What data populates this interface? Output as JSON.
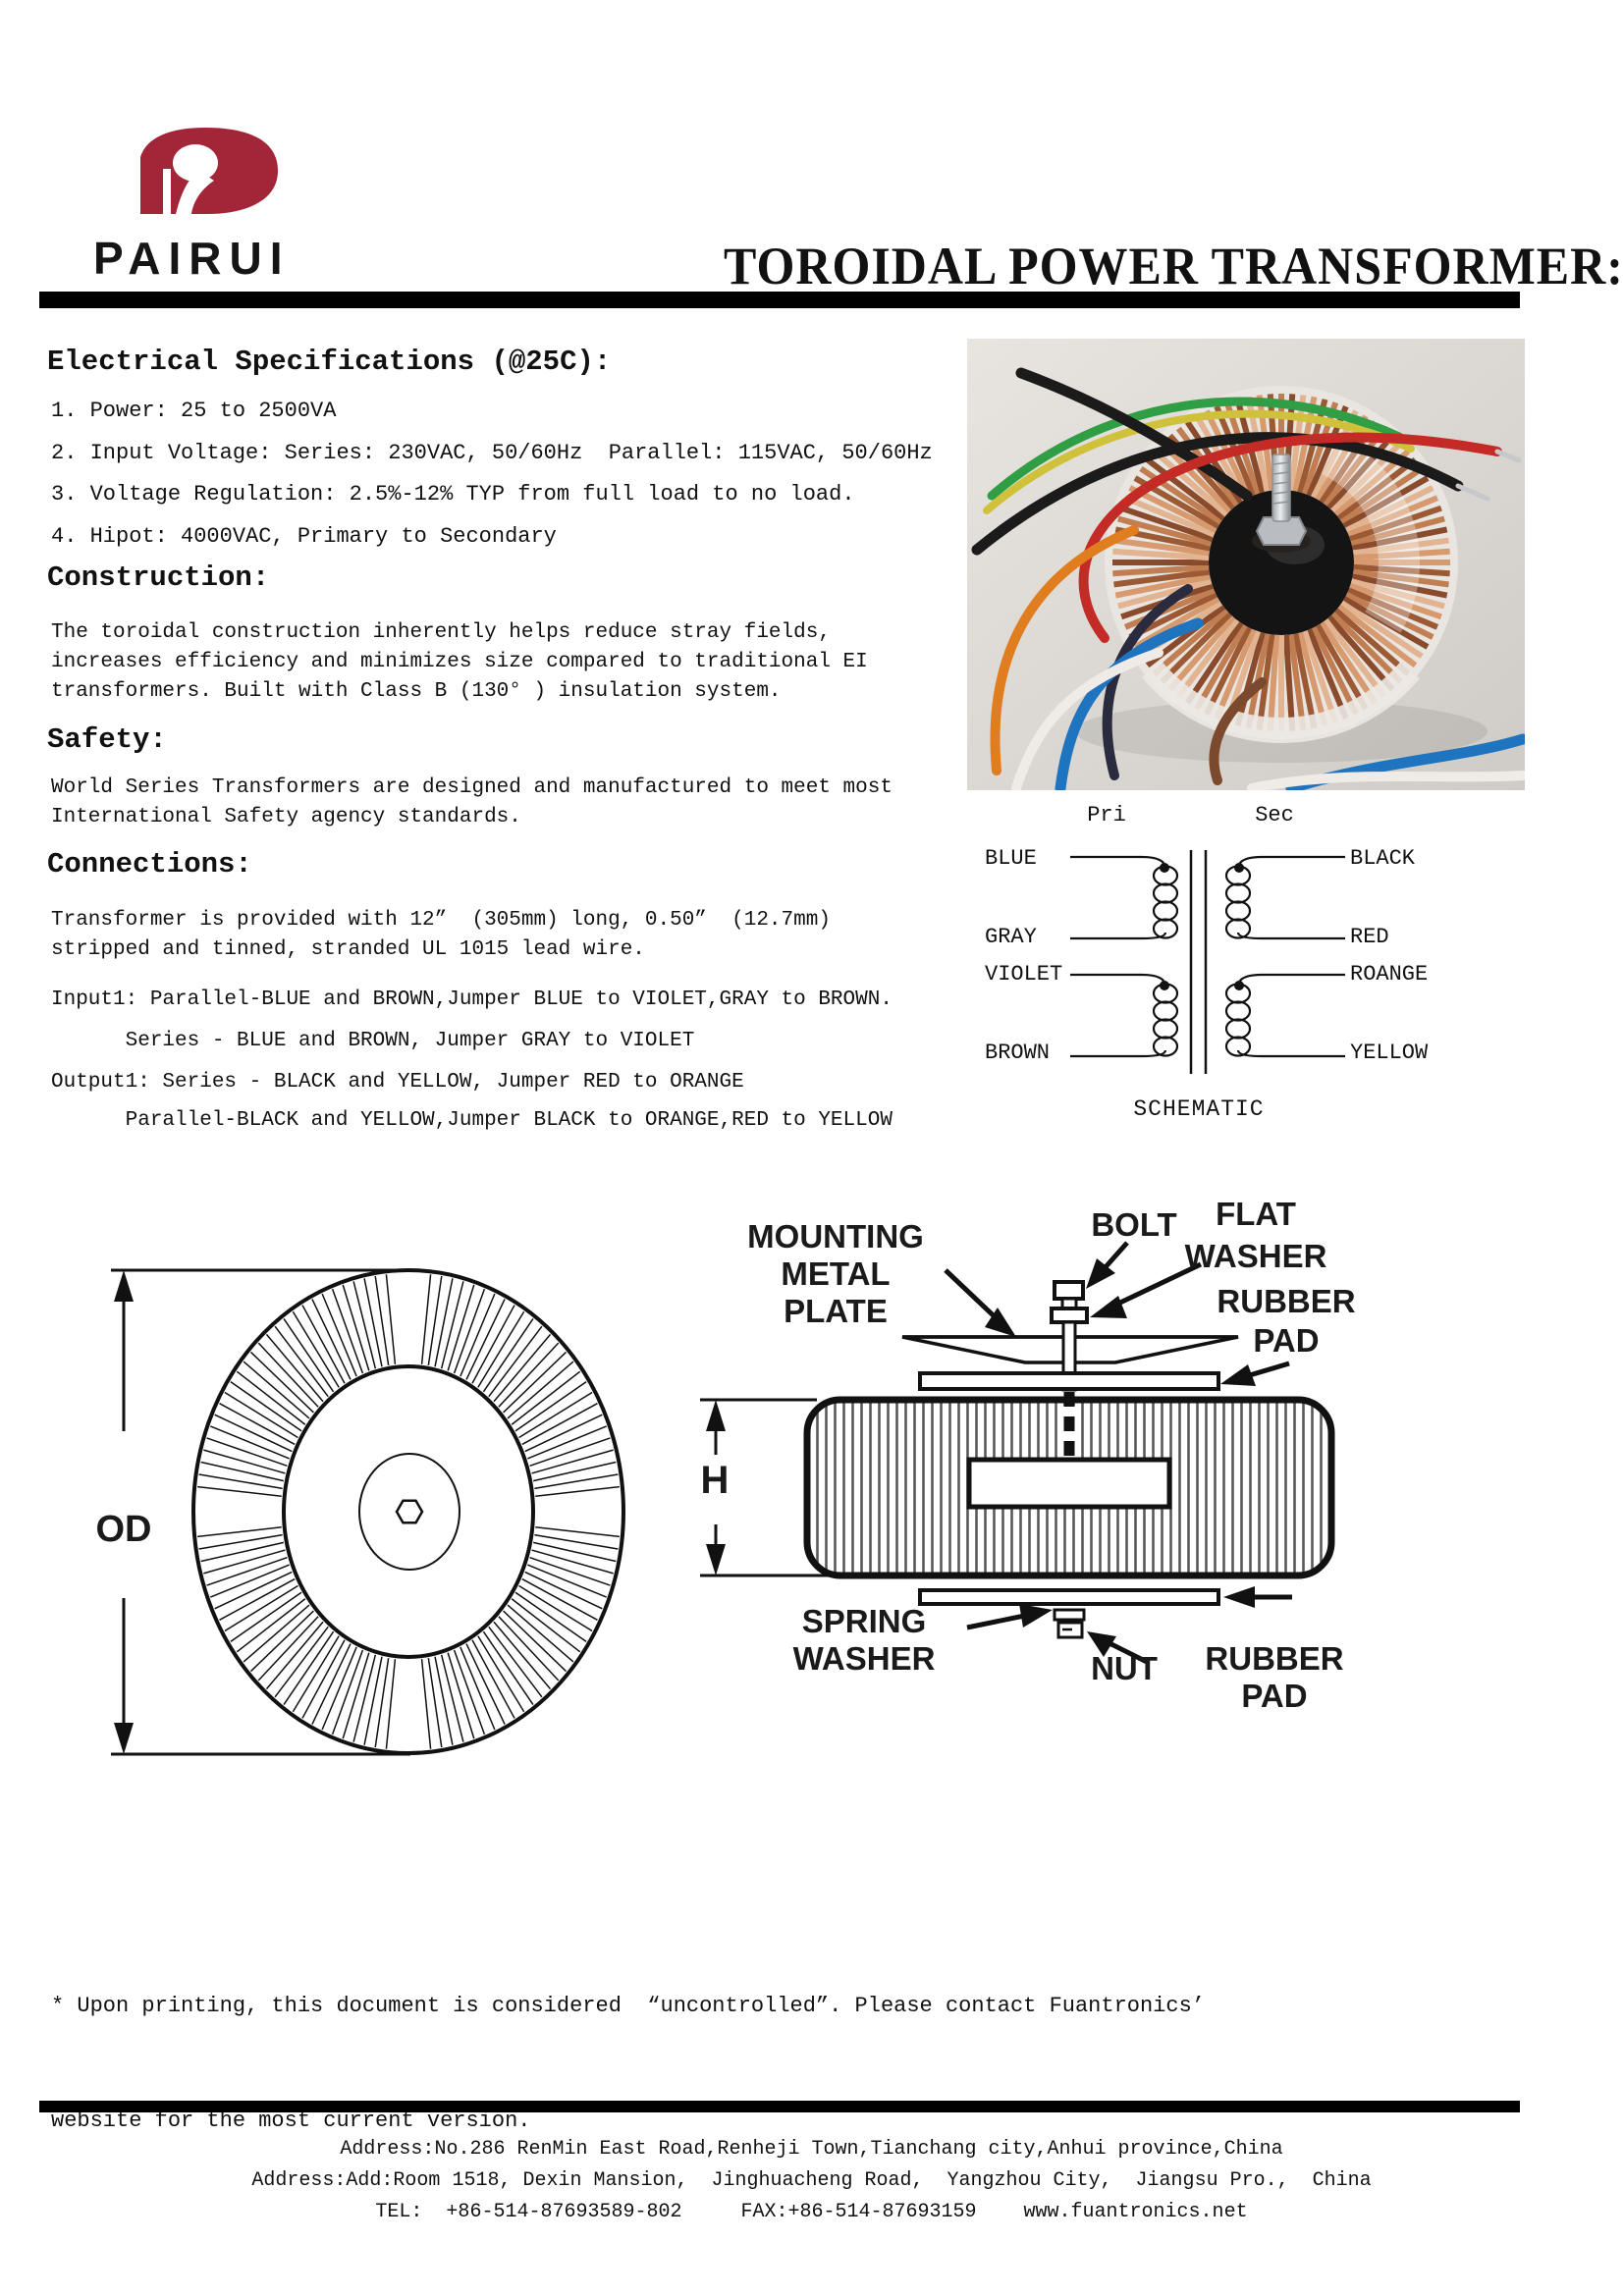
{
  "header": {
    "brand": "PAIRUI",
    "title": "TOROIDAL POWER TRANSFORMER:",
    "logo_color": "#a32638"
  },
  "electrical": {
    "heading": "Electrical Specifications (@25C):",
    "items": [
      "1. Power: 25 to 2500VA",
      "2. Input Voltage: Series: 230VAC, 50/60Hz  Parallel: 115VAC, 50/60Hz",
      "3. Voltage Regulation: 2.5%-12% TYP from full load to no load.",
      "4. Hipot: 4000VAC, Primary to Secondary"
    ]
  },
  "construction": {
    "heading": "Construction:",
    "lines": [
      "The toroidal construction inherently helps reduce stray fields,",
      "increases efficiency and minimizes size compared to traditional EI",
      "transformers. Built with Class B (130° ) insulation system."
    ]
  },
  "safety": {
    "heading": "Safety:",
    "lines": [
      "World Series Transformers are designed and manufactured to meet most",
      "International Safety agency standards."
    ]
  },
  "connections": {
    "heading": "Connections:",
    "intro_lines": [
      "Transformer is provided with 12”  (305mm) long, 0.50”  (12.7mm)",
      "stripped and tinned, stranded UL 1015 lead wire."
    ],
    "detail_lines": [
      "Input1: Parallel-BLUE and BROWN,Jumper BLUE to VIOLET,GRAY to BROWN.",
      "      Series - BLUE and BROWN, Jumper GRAY to VIOLET",
      "Output1: Series - BLACK and YELLOW, Jumper RED to ORANGE",
      "      Parallel-BLACK and YELLOW,Jumper BLACK to ORANGE,RED to YELLOW"
    ]
  },
  "schematic": {
    "pri": "Pri",
    "sec": "Sec",
    "primary_wires": [
      "BLUE",
      "GRAY",
      "VIOLET",
      "BROWN"
    ],
    "secondary_wires": [
      "BLACK",
      "RED",
      "ROANGE",
      "YELLOW"
    ],
    "caption": "SCHEMATIC"
  },
  "drawings": {
    "od_label": "OD",
    "h_label": "H",
    "mounting_plate": [
      "MOUNTING",
      "METAL",
      "PLATE"
    ],
    "bolt": "BOLT",
    "flat_washer": [
      "FLAT",
      "WASHER"
    ],
    "rubber_pad_top": [
      "RUBBER",
      "PAD"
    ],
    "spring_washer": [
      "SPRING",
      "WASHER"
    ],
    "nut": "NUT",
    "rubber_pad_bottom": [
      "RUBBER",
      "PAD"
    ]
  },
  "footnote": {
    "lines": [
      "* Upon printing, this document is considered  “uncontrolled”. Please contact Fuantronics’",
      "website for the most current version."
    ]
  },
  "footer": {
    "lines": [
      "Address:No.286 RenMin East Road,Renheji Town,Tianchang city,Anhui province,China",
      "Address:Add:Room 1518, Dexin Mansion,  Jinghuacheng Road,  Yangzhou City,  Jiangsu Pro.,  China",
      "TEL:  +86-514-87693589-802     FAX:+86-514-87693159    www.fuantronics.net"
    ]
  }
}
